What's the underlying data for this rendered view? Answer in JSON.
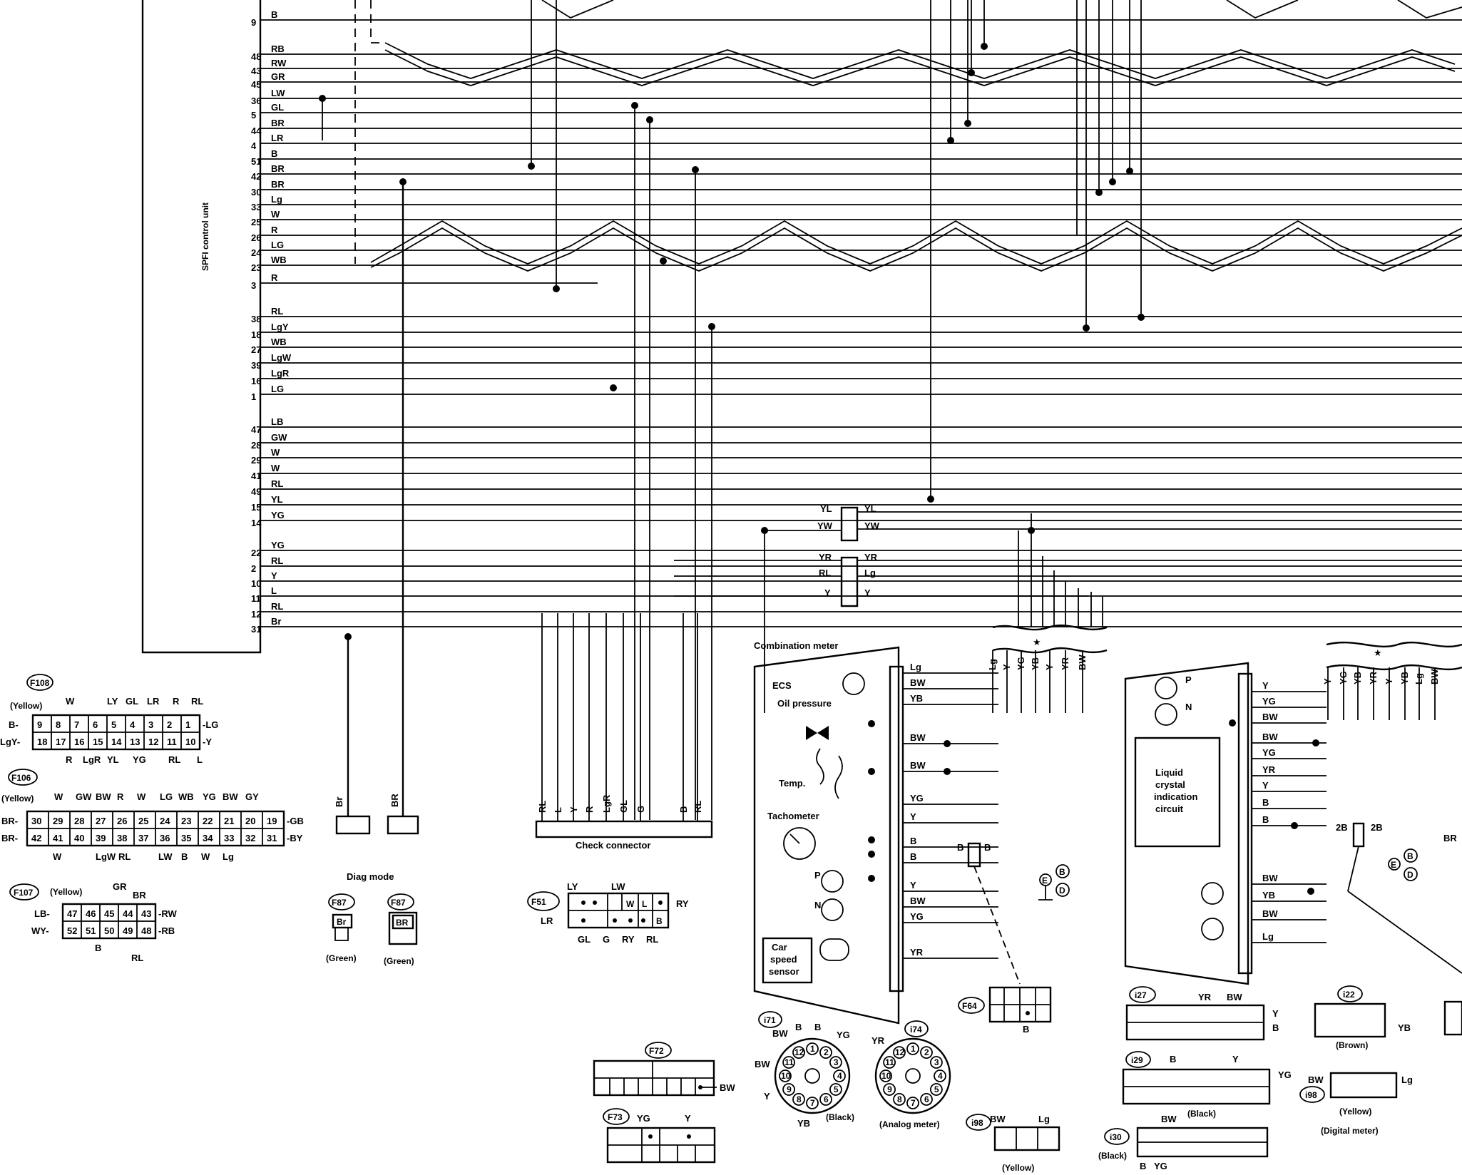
{
  "control_unit": {
    "title": "SPFI control unit",
    "pins": [
      {
        "pin": "9",
        "wire": "B"
      },
      {
        "pin": "48",
        "wire": "RB"
      },
      {
        "pin": "43",
        "wire": "RW"
      },
      {
        "pin": "45",
        "wire": "GR"
      },
      {
        "pin": "36",
        "wire": "LW"
      },
      {
        "pin": "5",
        "wire": "GL"
      },
      {
        "pin": "44",
        "wire": "BR"
      },
      {
        "pin": "4",
        "wire": "LR"
      },
      {
        "pin": "51",
        "wire": "B"
      },
      {
        "pin": "42",
        "wire": "BR"
      },
      {
        "pin": "30",
        "wire": "BR"
      },
      {
        "pin": "33",
        "wire": "Lg"
      },
      {
        "pin": "25",
        "wire": "W"
      },
      {
        "pin": "26",
        "wire": "R"
      },
      {
        "pin": "24",
        "wire": "LG"
      },
      {
        "pin": "23",
        "wire": "WB"
      },
      {
        "pin": "3",
        "wire": "R"
      },
      {
        "pin": "38",
        "wire": "RL"
      },
      {
        "pin": "18",
        "wire": "LgY"
      },
      {
        "pin": "27",
        "wire": "WB"
      },
      {
        "pin": "39",
        "wire": "LgW"
      },
      {
        "pin": "16",
        "wire": "LgR"
      },
      {
        "pin": "1",
        "wire": "LG"
      },
      {
        "pin": "47",
        "wire": "LB"
      },
      {
        "pin": "28",
        "wire": "GW"
      },
      {
        "pin": "29",
        "wire": "W"
      },
      {
        "pin": "41",
        "wire": "W"
      },
      {
        "pin": "49",
        "wire": "RL"
      },
      {
        "pin": "15",
        "wire": "YL"
      },
      {
        "pin": "14",
        "wire": "YG"
      },
      {
        "pin": "22",
        "wire": "YG"
      },
      {
        "pin": "2",
        "wire": "RL"
      },
      {
        "pin": "10",
        "wire": "Y"
      },
      {
        "pin": "11",
        "wire": "L"
      },
      {
        "pin": "12",
        "wire": "RL"
      },
      {
        "pin": "31",
        "wire": "Br"
      }
    ]
  },
  "connectors": {
    "f108": {
      "id": "F108",
      "color": "(Yellow)",
      "row1": [
        "9",
        "8",
        "7",
        "6",
        "5",
        "4",
        "3",
        "2",
        "1"
      ],
      "row2": [
        "18",
        "17",
        "16",
        "15",
        "14",
        "13",
        "12",
        "11",
        "10"
      ],
      "left1": "B",
      "right1": "LG",
      "left2": "LgY",
      "right2": "Y",
      "top": [
        "W",
        "LY",
        "GL",
        "LR",
        "R",
        "RL"
      ],
      "bottom": [
        "R",
        "LgR",
        "YL",
        "YG",
        "RL",
        "L"
      ]
    },
    "f106": {
      "id": "F106",
      "color": "(Yellow)",
      "row1": [
        "30",
        "29",
        "28",
        "27",
        "26",
        "25",
        "24",
        "23",
        "22",
        "21",
        "20",
        "19"
      ],
      "row2": [
        "42",
        "41",
        "40",
        "39",
        "38",
        "37",
        "36",
        "35",
        "34",
        "33",
        "32",
        "31"
      ],
      "left1": "BR",
      "right1": "GB",
      "left2": "BR",
      "right2": "BY",
      "top": [
        "W",
        "GW",
        "BW",
        "R",
        "W",
        "LG",
        "WB",
        "YG",
        "BW",
        "GY"
      ],
      "bottom": [
        "W",
        "LgW",
        "RL",
        "LW",
        "B",
        "W",
        "Lg"
      ]
    },
    "f107": {
      "id": "F107",
      "color": "(Yellow)",
      "row1": [
        "47",
        "46",
        "45",
        "44",
        "43"
      ],
      "row2": [
        "52",
        "51",
        "50",
        "49",
        "48"
      ],
      "left1": "LB",
      "right1": "RW",
      "left2": "WY",
      "right2": "RB",
      "top": [
        "GR",
        "BR"
      ],
      "bottom": [
        "B",
        "RL"
      ]
    }
  },
  "diag_mode": {
    "title": "Diag mode",
    "left": {
      "id": "F87",
      "wire": "Br",
      "color": "(Green)"
    },
    "right": {
      "id": "F87",
      "wire": "BR",
      "color": "(Green)"
    },
    "lead_left": "Br",
    "lead_right": "BR"
  },
  "check_connector": {
    "label": "Check connector",
    "wires": [
      "RL",
      "L",
      "Y",
      "R",
      "LgR",
      "GL",
      "G",
      "B",
      "RL"
    ]
  },
  "f51": {
    "id": "F51",
    "top_labels": [
      "LY",
      "LW"
    ],
    "right": "RY",
    "left": "LR",
    "cells": [
      "W",
      "L",
      "B"
    ],
    "bottom": [
      "GL",
      "G",
      "RY",
      "RL"
    ]
  },
  "splice_top": {
    "in": [
      "YL",
      "YW"
    ],
    "out": [
      "YL",
      "YW"
    ]
  },
  "splice_bottom": {
    "in": [
      "YR",
      "RL",
      "Y"
    ],
    "out": [
      "YR",
      "Lg",
      "Y"
    ]
  },
  "analog_meter": {
    "title": "Combination meter",
    "bus_left": [
      "Lg",
      "Y",
      "YG",
      "YB",
      "Y",
      "YR",
      "BW"
    ],
    "wires": [
      "Lg",
      "BW",
      "YB",
      "BW",
      "BW",
      "YG",
      "Y",
      "B",
      "B",
      "Y",
      "BW",
      "YG",
      "YR"
    ],
    "components": [
      "ECS",
      "Oil pressure",
      "Temp.",
      "Tachometer",
      "Car speed sensor"
    ],
    "sensor_label": "Car speed sensor",
    "caption": "(Analog meter)",
    "res": [
      "B",
      "B"
    ],
    "ground": [
      "B",
      "D"
    ]
  },
  "digital_meter": {
    "bus": [
      "Y",
      "YG",
      "YB",
      "YR",
      "Y",
      "YB",
      "Lg",
      "BW"
    ],
    "wires": [
      "Y",
      "YG",
      "BW",
      "BW",
      "YG",
      "YR",
      "Y",
      "B",
      "B",
      "BW",
      "YB",
      "BW",
      "Lg"
    ],
    "lamps": [
      "P",
      "N"
    ],
    "lcd": "Liquid crystal indication circuit",
    "res": [
      "2B",
      "2B"
    ],
    "ground": [
      "B",
      "D"
    ],
    "caption": "(Digital meter)",
    "edge": "BR"
  },
  "lower_connectors": {
    "f72": {
      "id": "F72",
      "wire": "BW"
    },
    "f73": {
      "id": "F73",
      "wires": [
        "YG",
        "Y"
      ]
    },
    "i71": {
      "id": "i71",
      "color": "(Black)",
      "wires": [
        "BW",
        "B",
        "B",
        "YG",
        "BW",
        "Y",
        "YB"
      ]
    },
    "i74": {
      "id": "i74",
      "wires": [
        "YR"
      ]
    },
    "i98a": {
      "id": "i98",
      "color": "(Yellow)",
      "wires": [
        "BW",
        "Lg"
      ]
    },
    "f64": {
      "id": "F64",
      "wire": "B"
    },
    "i27": {
      "id": "i27",
      "wires": [
        "YR",
        "BW",
        "Y",
        "B"
      ]
    },
    "i29": {
      "id": "i29",
      "color": "(Black)",
      "wires": [
        "B",
        "Y",
        "YG"
      ]
    },
    "i30": {
      "id": "i30",
      "color": "(Black)",
      "wires": [
        "BW",
        "B",
        "YG"
      ]
    },
    "i22": {
      "id": "i22",
      "color": "(Brown)",
      "wire": "YB"
    },
    "i98b": {
      "id": "i98",
      "color": "(Yellow)",
      "wires": [
        "BW",
        "Lg"
      ]
    }
  }
}
